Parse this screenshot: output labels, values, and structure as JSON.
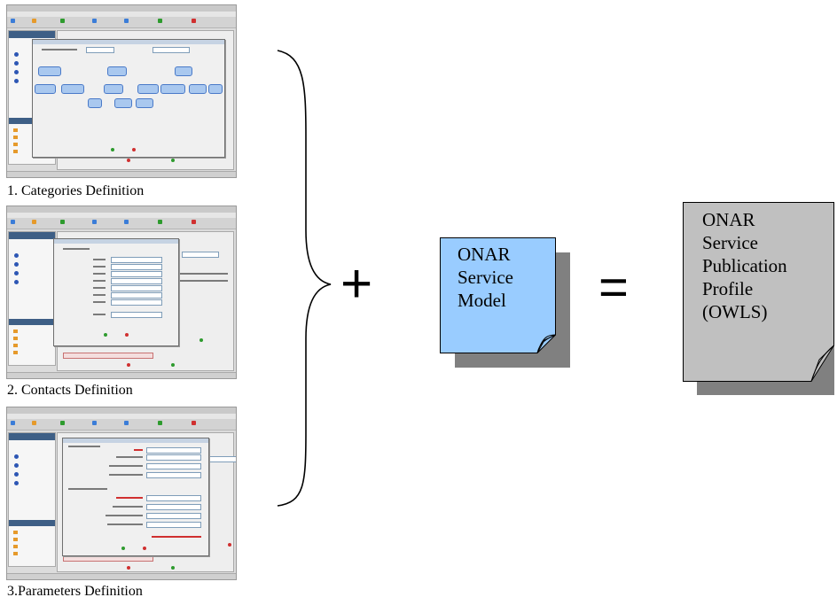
{
  "captions": {
    "shot1": "1. Categories Definition",
    "shot2": "2. Contacts Definition",
    "shot3": "3.Parameters Definition"
  },
  "operators": {
    "plus": "+",
    "equals": "="
  },
  "notes": {
    "model": {
      "text": "ONAR\nService\nModel",
      "fill": "#99ccff"
    },
    "profile": {
      "text": "ONAR\nService\nPublication\nProfile\n(OWLS)",
      "fill": "#c0c0c0"
    },
    "shadow": "#808080"
  }
}
